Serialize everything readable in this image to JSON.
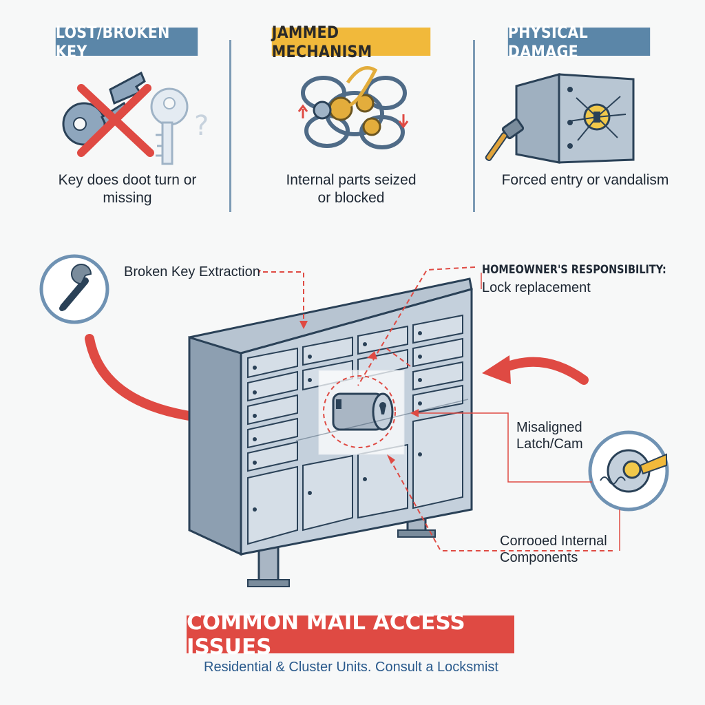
{
  "sections": [
    {
      "title": "LOST/BROKEN KEY",
      "caption_line1": "Key does doot turn or",
      "caption_line2": "missing"
    },
    {
      "title": "JAMMED MECHANISM",
      "caption_line1": "Internal parts seized",
      "caption_line2": "or blocked"
    },
    {
      "title": "PHYSICAL DAMAGE",
      "caption_line1": "Forced entry or vandalism",
      "caption_line2": ""
    }
  ],
  "callouts": {
    "broken_key": "Broken Key Extraction",
    "homeowner_heading": "HOMEOWNER'S RESPONSIBILITY:",
    "homeowner_detail": "Lock replacement",
    "misaligned_line1": "Misaligned",
    "misaligned_line2": "Latch/Cam",
    "corroded_line1": "Corrooed Internal",
    "corroded_line2": "Components"
  },
  "footer": {
    "title": "COMMON MAIL ACCESS ISSUES",
    "subtitle": "Residential & Cluster Units. Consult a Locksmist"
  },
  "colors": {
    "banner_blue": "#5b86a8",
    "banner_yellow": "#f1b93b",
    "alert_red": "#df4a43",
    "steel": "#a9b6c4"
  },
  "icons": [
    "key-icon",
    "broken-key-icon",
    "red-x-icon",
    "question-mark-icon",
    "tangled-gears-icon",
    "damaged-box-icon",
    "hammer-icon",
    "wrench-icon",
    "cam-gear-icon"
  ]
}
